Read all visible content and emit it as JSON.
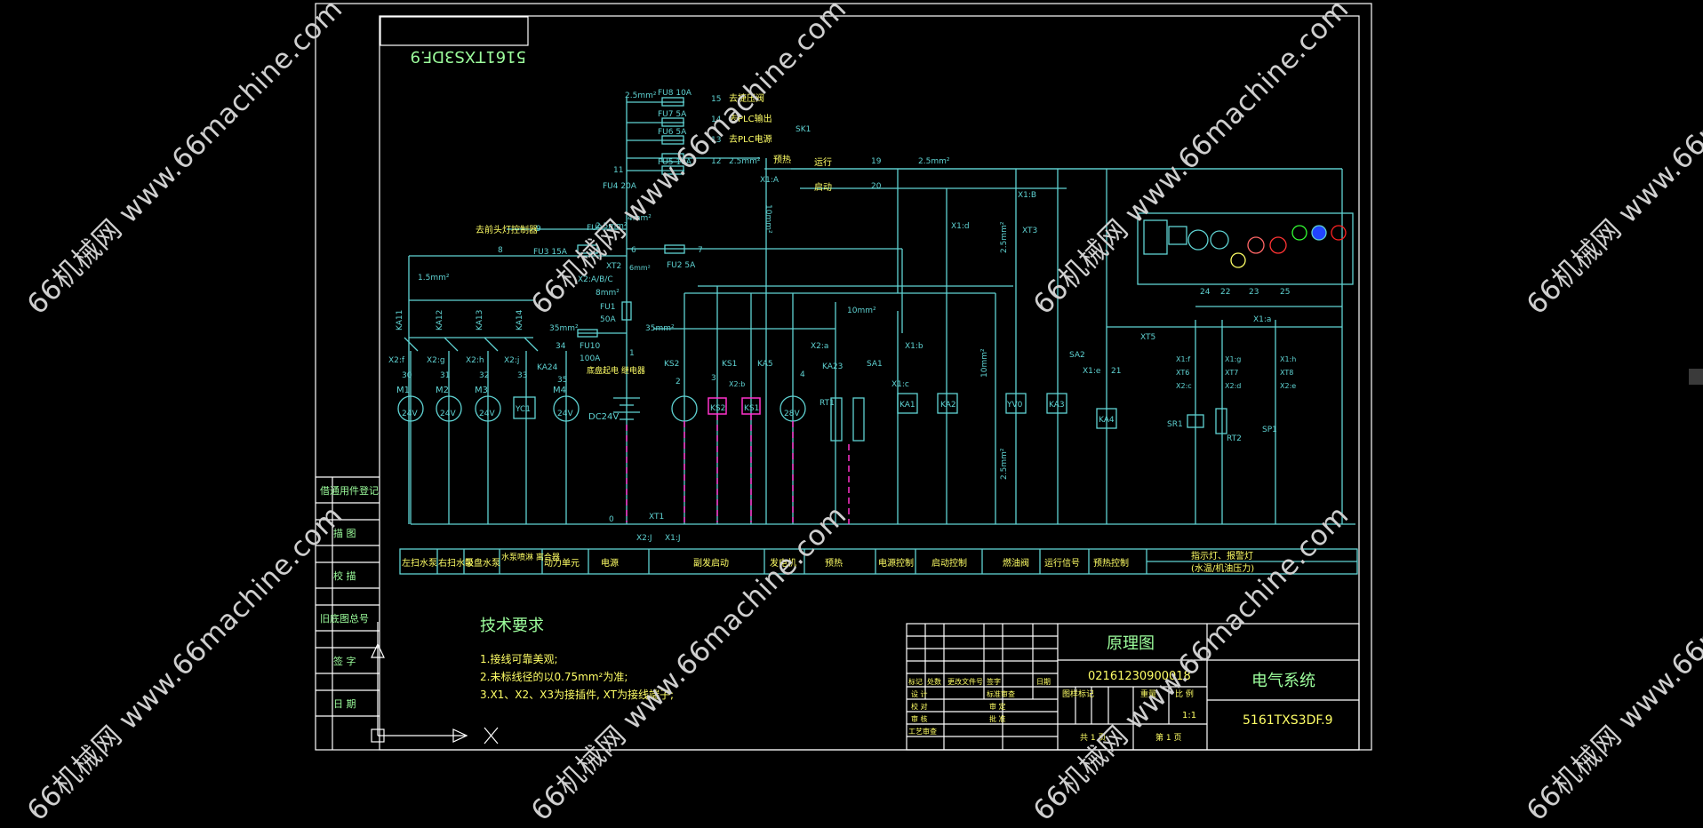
{
  "colors": {
    "background": "#000000",
    "wire": "#5fd3d3",
    "frame": "#ffffff",
    "label_green": "#9dff9d",
    "label_yellow": "#ffff66",
    "magenta": "#ff33cc",
    "watermark": "#cfcfcf"
  },
  "watermark_text": "66机械网 www.66machine.com",
  "drawing_code_mirrored": "5161TXS3DF.9",
  "left_stamp": [
    "借通用件登记",
    "描 图",
    "校 描",
    "旧底图总号",
    "签 字",
    "日 期"
  ],
  "tech_req": {
    "title": "技术要求",
    "lines": [
      "1.接线可靠美观;",
      "2.未标线径的以0.75mm²为准;",
      "3.X1、X2、X3为接插件, XT为接线端子;"
    ]
  },
  "title_block": {
    "drawing_name": "原理图",
    "drawing_number": "02161230900018",
    "system_name": "电气系统",
    "model_code": "5161TXS3DF.9",
    "sig_header": [
      "标记",
      "处数",
      "更改文件号",
      "签字",
      "日期"
    ],
    "roles_left": [
      "设 计",
      "校 对",
      "审 核",
      "工艺审查"
    ],
    "roles_right": [
      "标准审查",
      "审 定",
      "批 准"
    ],
    "stage_headers": [
      "图样标记",
      "重量",
      "比 例"
    ],
    "scale": "1:1",
    "sheet_total": "共 1 页",
    "sheet_no": "第 1 页"
  },
  "function_labels": [
    "左扫水泵",
    "右扫水泵",
    "吸盘水泵",
    "水泵喷淋 离合器",
    "动力单元",
    "电源",
    "副发启动",
    "发电机",
    "预热",
    "电源控制",
    "启动控制",
    "燃油阀",
    "运行信号",
    "预热控制",
    "指示灯、报警灯",
    "(水温/机油压力)"
  ],
  "top_fuses": [
    {
      "name": "FU8 10A",
      "wire": "15",
      "label": "去捷压阀",
      "size": "2.5mm²"
    },
    {
      "name": "FU7 5A",
      "wire": "14",
      "label": "去PLC输出"
    },
    {
      "name": "FU6 5A",
      "wire": "13",
      "label": "去PLC电源"
    },
    {
      "name": "FU5 10A",
      "wire": "12",
      "size": "2.5mm²"
    },
    {
      "name": "FU4 20A",
      "wire": "11"
    },
    {
      "name": "FU3 15A",
      "wire": "9",
      "label": "去前头灯控制器",
      "size": "2.5mm²"
    },
    {
      "name": "FU2 5A",
      "wire": "7"
    }
  ],
  "relays_top": [
    "KA11",
    "KA12",
    "KA13",
    "KA14"
  ],
  "motors": [
    {
      "name": "M1",
      "volt": "24V",
      "wire": "30",
      "conn": "X2:f"
    },
    {
      "name": "M2",
      "volt": "24V",
      "wire": "31",
      "conn": "X2:g"
    },
    {
      "name": "M3",
      "volt": "24V",
      "wire": "32",
      "conn": "X2:h"
    },
    {
      "name": "YC1",
      "volt": "",
      "wire": "33",
      "conn": "X2:j"
    },
    {
      "name": "M4",
      "volt": "24V",
      "wire": "35",
      "conn": "KA24"
    }
  ],
  "main_labels": {
    "fu1": "FU1",
    "fu1_rating": "50A",
    "fu10": "FU10",
    "fu10_rating": "100A",
    "chassis_relay": "底盘起电 继电器",
    "battery": "DC24V",
    "xt2": "XT2",
    "x2abc": "X2:A/B/C",
    "size_6": "6mm²",
    "size_8": "8mm²",
    "size_35a": "35mm²",
    "size_35b": "35mm²",
    "size_10": "10mm²",
    "size_15": "1.5mm²",
    "size_4": "4mm²",
    "wire_1": "1",
    "wire_2": "2",
    "wire_3": "3",
    "wire_4": "4",
    "wire_6": "6",
    "wire_8": "8",
    "wire_34": "34",
    "wire_0": "0",
    "wire_19": "19",
    "wire_20": "20",
    "wire_21": "21",
    "wire_22": "22",
    "wire_23": "23",
    "wire_24": "24",
    "wire_25": "25",
    "ks2": "KS2",
    "ks1": "KS1",
    "ka5": "KA5",
    "g28v": "28V",
    "x2b": "X2:b",
    "ka23": "KA23",
    "rt1": "RT1",
    "x2a": "X2:a",
    "sa1": "SA1",
    "x1b": "X1:b",
    "x1c": "X1:c",
    "ka1": "KA1",
    "ka2": "KA2",
    "yv0": "YV0",
    "ka3": "KA3",
    "ka4": "KA4",
    "sa2": "SA2",
    "x1e": "X1:e",
    "xt5": "XT5",
    "sk1": "SK1",
    "preheat": "预热",
    "run": "运行",
    "start": "启动",
    "x1a": "X1:A",
    "x1d": "X1:d",
    "x1B": "X1:B",
    "xt3": "XT3",
    "x1ah": "X1:a",
    "xt1": "XT1",
    "x2j": "X2:J",
    "x1j": "X1:J",
    "sp1": "SP1",
    "sr1": "SR1",
    "rt2": "RT2",
    "x1f": "X1:f",
    "xt6": "XT6",
    "x2c": "X2:c",
    "x1g": "X1:g",
    "xt7": "XT7",
    "x2d": "X2:d",
    "x1h": "X1:h",
    "xt8": "XT8",
    "x2e": "X2:e",
    "fu9": "FU9"
  }
}
